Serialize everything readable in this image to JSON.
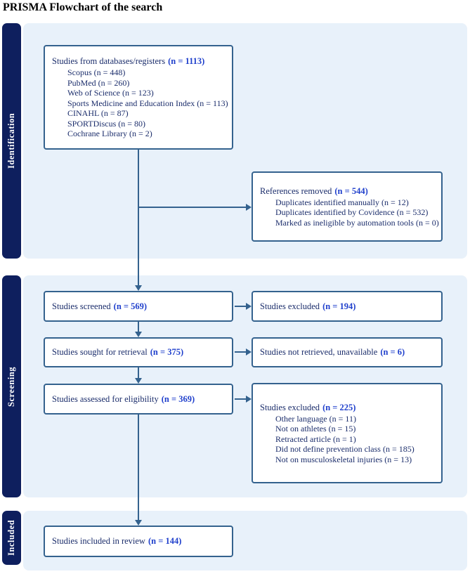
{
  "title": "PRISMA Flowchart of the search",
  "colors": {
    "stage_bar_bg": "#0e1f5e",
    "band_bg": "#e8f1fa",
    "box_border": "#34628e",
    "arrow": "#34628e",
    "body_text": "#1b2d6b",
    "count_text": "#2040cc"
  },
  "stages": [
    {
      "label": "Identification"
    },
    {
      "label": "Screening"
    },
    {
      "label": "Included"
    }
  ],
  "boxes": {
    "databases": {
      "main": "Studies from databases/registers",
      "count": "(n = 1113)",
      "items": [
        "Scopus (n = 448)",
        "PubMed (n = 260)",
        "Web of Science (n = 123)",
        "Sports Medicine and Education Index (n = 113)",
        "CINAHL (n = 87)",
        "SPORTDiscus (n = 80)",
        "Cochrane Library (n = 2)"
      ]
    },
    "references_removed": {
      "main": "References removed",
      "count": "(n = 544)",
      "items": [
        "Duplicates identified manually (n = 12)",
        "Duplicates identified by Covidence (n = 532)",
        "Marked as ineligible by automation tools (n = 0)"
      ]
    },
    "screened": {
      "main": "Studies screened",
      "count": "(n = 569)"
    },
    "excluded_screening": {
      "main": "Studies excluded",
      "count": "(n = 194)"
    },
    "sought": {
      "main": "Studies sought for retrieval",
      "count": "(n = 375)"
    },
    "not_retrieved": {
      "main": "Studies not retrieved, unavailable",
      "count": "(n = 6)"
    },
    "assessed": {
      "main": "Studies assessed for eligibility",
      "count": "(n = 369)"
    },
    "excluded_eligibility": {
      "main": "Studies excluded",
      "count": "(n = 225)",
      "items": [
        "Other language (n = 11)",
        "Not on athletes (n = 15)",
        "Retracted article (n = 1)",
        "Did not define prevention class (n = 185)",
        "Not on musculoskeletal injuries (n = 13)"
      ]
    },
    "included": {
      "main": "Studies included in review",
      "count": "(n = 144)"
    }
  }
}
